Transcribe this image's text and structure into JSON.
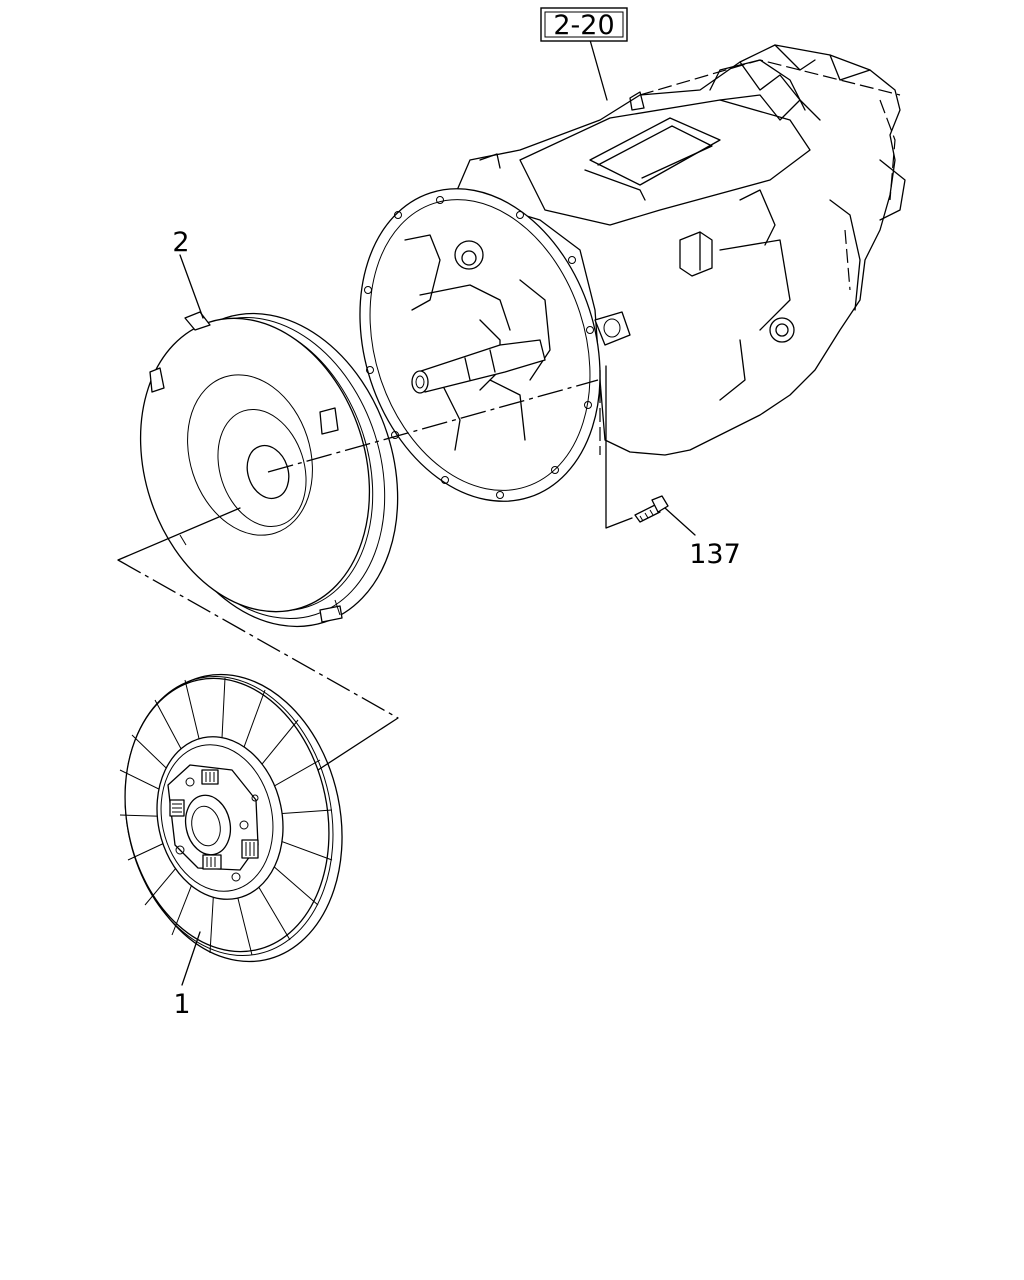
{
  "callouts": {
    "ref_box": "2-20",
    "part_1": "1",
    "part_2": "2",
    "part_137": "137"
  }
}
